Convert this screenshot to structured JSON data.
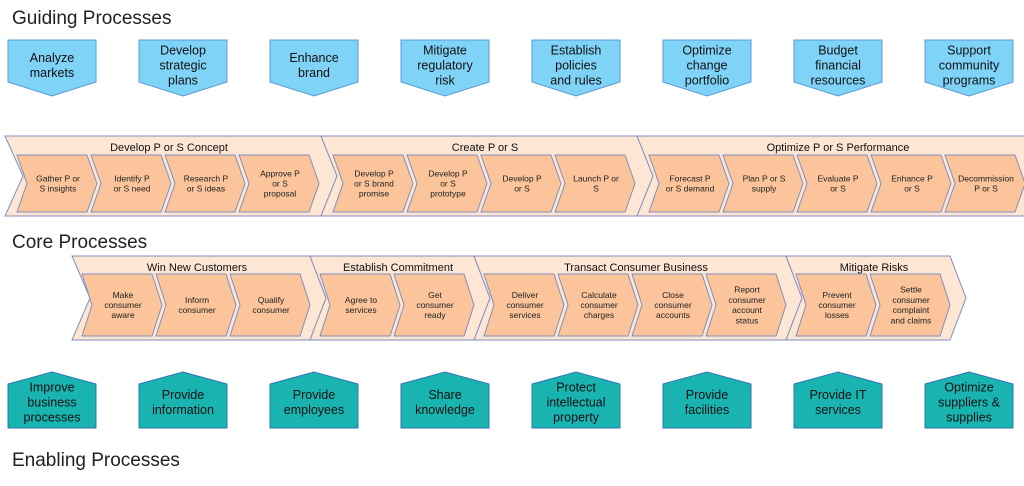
{
  "sections": {
    "guiding": "Guiding Processes",
    "core": "Core Processes",
    "enabling": "Enabling Processes"
  },
  "colors": {
    "guiding_fill": "#7fd3f7",
    "guiding_stroke": "#5b9bd5",
    "band_fill": "#fde6d4",
    "chevron_fill": "#fbc49a",
    "chevron_stroke": "#7f8fbf",
    "enabling_fill": "#19b3b0",
    "enabling_stroke": "#2e75b6"
  },
  "guiding": [
    "Analyze markets",
    "Develop strategic plans",
    "Enhance brand",
    "Mitigate regulatory risk",
    "Establish policies and rules",
    "Optimize change portfolio",
    "Budget financial resources",
    "Support community programs"
  ],
  "row1": [
    {
      "title": "Develop P or S Concept",
      "steps": [
        "Gather P or S insights",
        "Identify P or S need",
        "Research P or S ideas",
        "Approve P or S proposal"
      ]
    },
    {
      "title": "Create P or S",
      "steps": [
        "Develop P or S brand promise",
        "Develop P or S prototype",
        "Develop P or S",
        "Launch P or S"
      ]
    },
    {
      "title": "Optimize P or S Performance",
      "steps": [
        "Forecast P or S demand",
        "Plan P or S supply",
        "Evaluate P or S",
        "Enhance P or S",
        "Decommission P or S"
      ]
    }
  ],
  "row2": [
    {
      "title": "Win New Customers",
      "steps": [
        "Make consumer aware",
        "Inform consumer",
        "Qualify consumer"
      ]
    },
    {
      "title": "Establish Commitment",
      "steps": [
        "Agree to services",
        "Get consumer ready"
      ]
    },
    {
      "title": "Transact Consumer Business",
      "steps": [
        "Deliver consumer services",
        "Calculate consumer charges",
        "Close consumer accounts",
        "Report consumer account status"
      ]
    },
    {
      "title": "Mitigate Risks",
      "steps": [
        "Prevent consumer losses",
        "Settle consumer complaint and claims"
      ]
    }
  ],
  "enabling": [
    "Improve business processes",
    "Provide information",
    "Provide employees",
    "Share knowledge",
    "Protect intellectual property",
    "Provide facilities",
    "Provide IT services",
    "Optimize suppliers & supplies"
  ]
}
